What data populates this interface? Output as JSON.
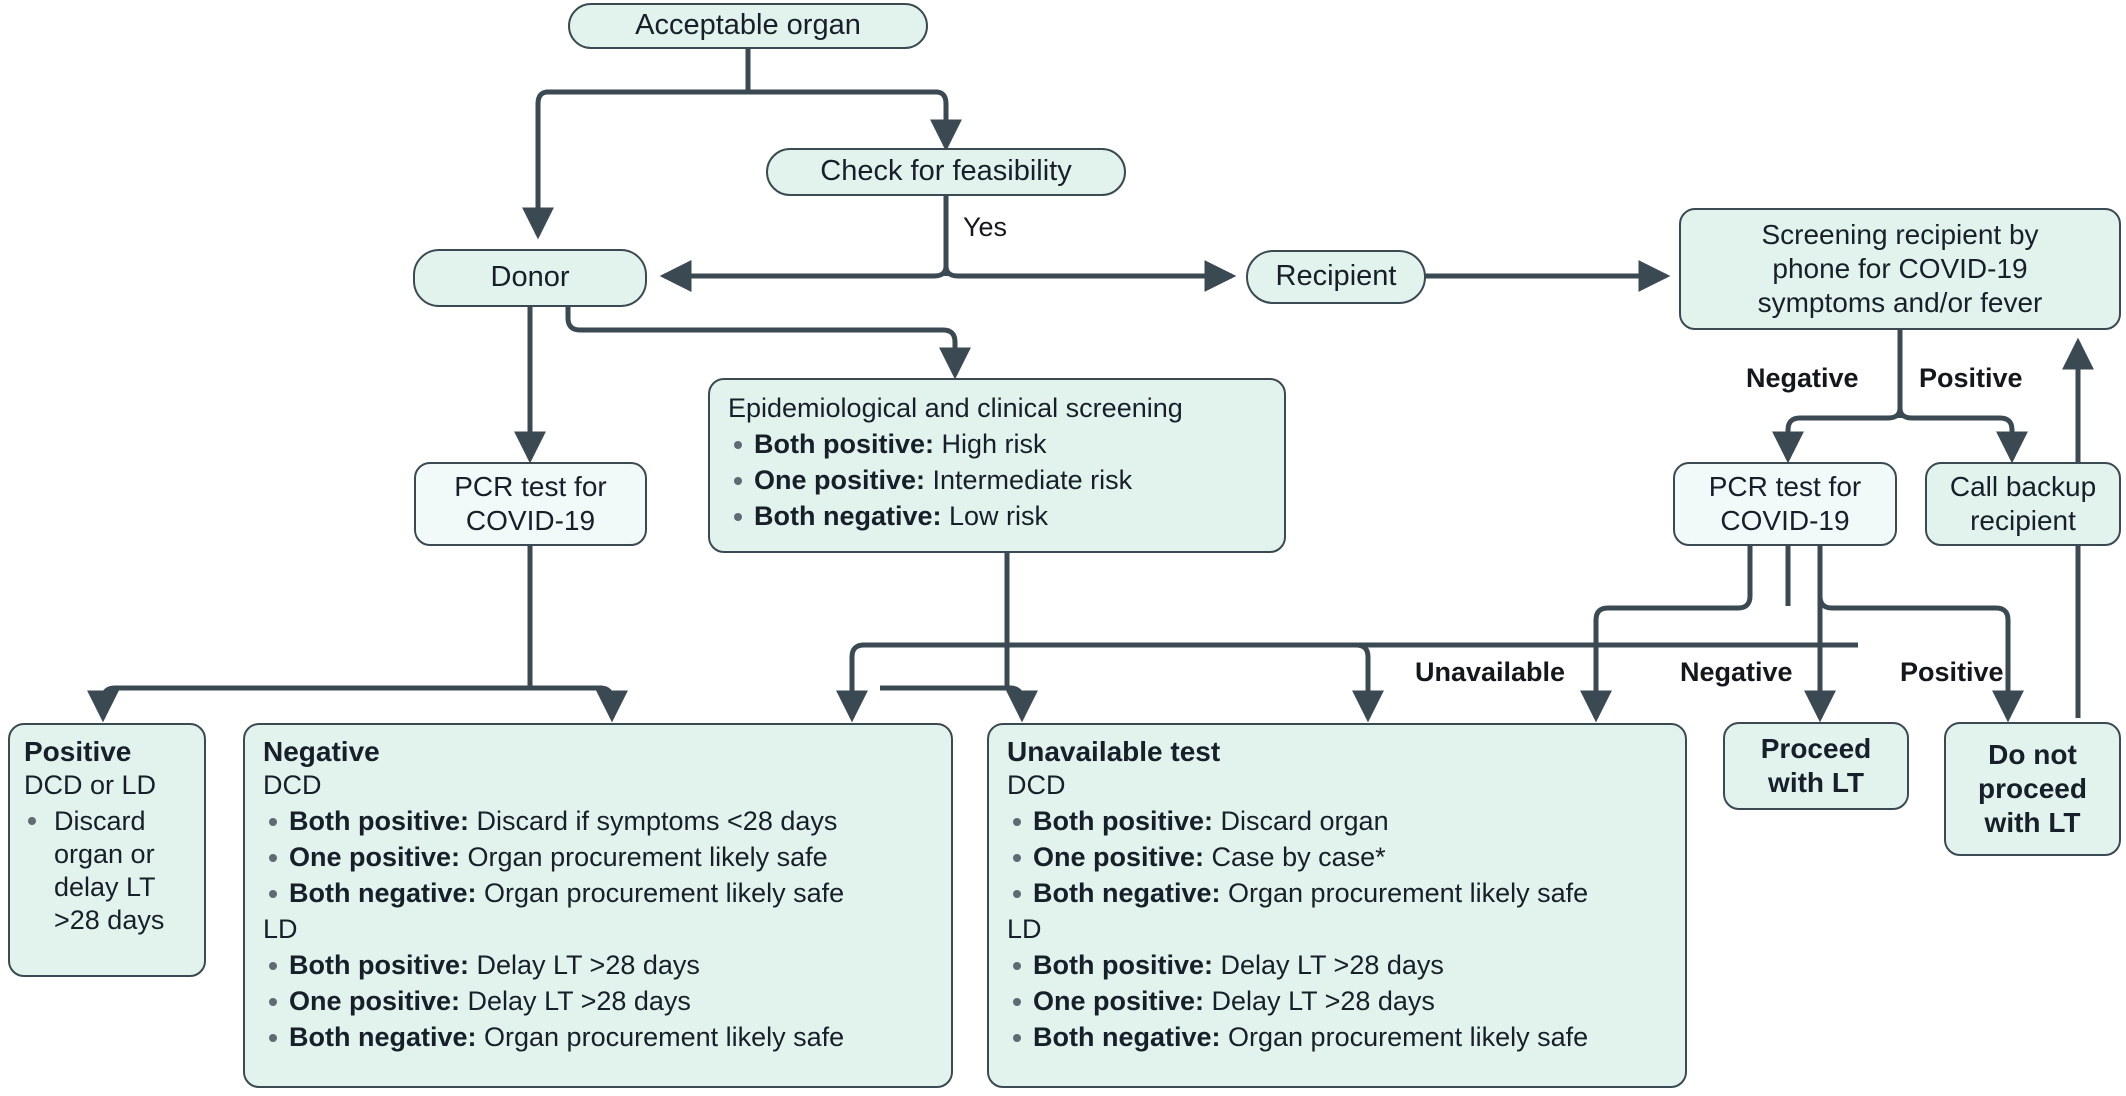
{
  "diagram": {
    "title": "COVID-19 organ donation and liver transplantation decision flowchart",
    "colors": {
      "node_fill": "#e2f2ec",
      "node_fill_pale": "#f2f9f9",
      "stroke": "#3b4a52",
      "text": "#17202a",
      "bullet": "#5e6b72"
    }
  },
  "nodes": {
    "acceptable_organ": {
      "label": "Acceptable organ"
    },
    "check_feasibility": {
      "label": "Check for feasibility"
    },
    "donor": {
      "label": "Donor"
    },
    "recipient": {
      "label": "Recipient"
    },
    "screening_recipient": {
      "line1": "Screening recipient by",
      "line2": "phone for COVID-19",
      "line3": "symptoms and/or fever"
    },
    "pcr_donor": {
      "line1": "PCR test for",
      "line2": "COVID-19"
    },
    "pcr_recipient": {
      "line1": "PCR test for",
      "line2": "COVID-19"
    },
    "call_backup": {
      "line1": "Call backup",
      "line2": "recipient"
    },
    "proceed_lt": {
      "line1": "Proceed",
      "line2": "with LT"
    },
    "do_not_proceed_lt": {
      "line1": "Do not",
      "line2": "proceed",
      "line3": "with LT"
    },
    "epi_screening": {
      "heading": "Epidemiological and clinical screening",
      "items": [
        {
          "bold": "Both positive:",
          "rest": " High risk"
        },
        {
          "bold": "One positive:",
          "rest": " Intermediate risk"
        },
        {
          "bold": "Both negative:",
          "rest": " Low risk"
        }
      ]
    },
    "positive_box": {
      "heading": "Positive",
      "sub": "DCD or LD",
      "items": [
        {
          "bold": "",
          "rest": "Discard organ or delay LT >28 days"
        }
      ]
    },
    "negative_box": {
      "heading": "Negative",
      "sub1": "DCD",
      "items1": [
        {
          "bold": "Both positive:",
          "rest": " Discard if symptoms <28 days"
        },
        {
          "bold": "One positive:",
          "rest": " Organ procurement likely safe"
        },
        {
          "bold": "Both negative:",
          "rest": " Organ procurement likely safe"
        }
      ],
      "sub2": "LD",
      "items2": [
        {
          "bold": "Both positive:",
          "rest": " Delay LT >28 days"
        },
        {
          "bold": "One positive:",
          "rest": " Delay LT >28 days"
        },
        {
          "bold": "Both negative:",
          "rest": " Organ procurement likely safe"
        }
      ]
    },
    "unavailable_box": {
      "heading": "Unavailable test",
      "sub1": "DCD",
      "items1": [
        {
          "bold": "Both positive:",
          "rest": " Discard organ"
        },
        {
          "bold": "One positive:",
          "rest": " Case by case*"
        },
        {
          "bold": "Both negative:",
          "rest": " Organ procurement likely safe"
        }
      ],
      "sub2": "LD",
      "items2": [
        {
          "bold": "Both positive:",
          "rest": " Delay LT >28 days"
        },
        {
          "bold": "One positive:",
          "rest": " Delay LT >28 days"
        },
        {
          "bold": "Both negative:",
          "rest": " Organ procurement likely safe"
        }
      ]
    }
  },
  "edge_labels": {
    "yes": "Yes",
    "screening_negative": "Negative",
    "screening_positive": "Positive",
    "pcr_unavailable": "Unavailable",
    "pcr_negative": "Negative",
    "pcr_positive": "Positive"
  }
}
